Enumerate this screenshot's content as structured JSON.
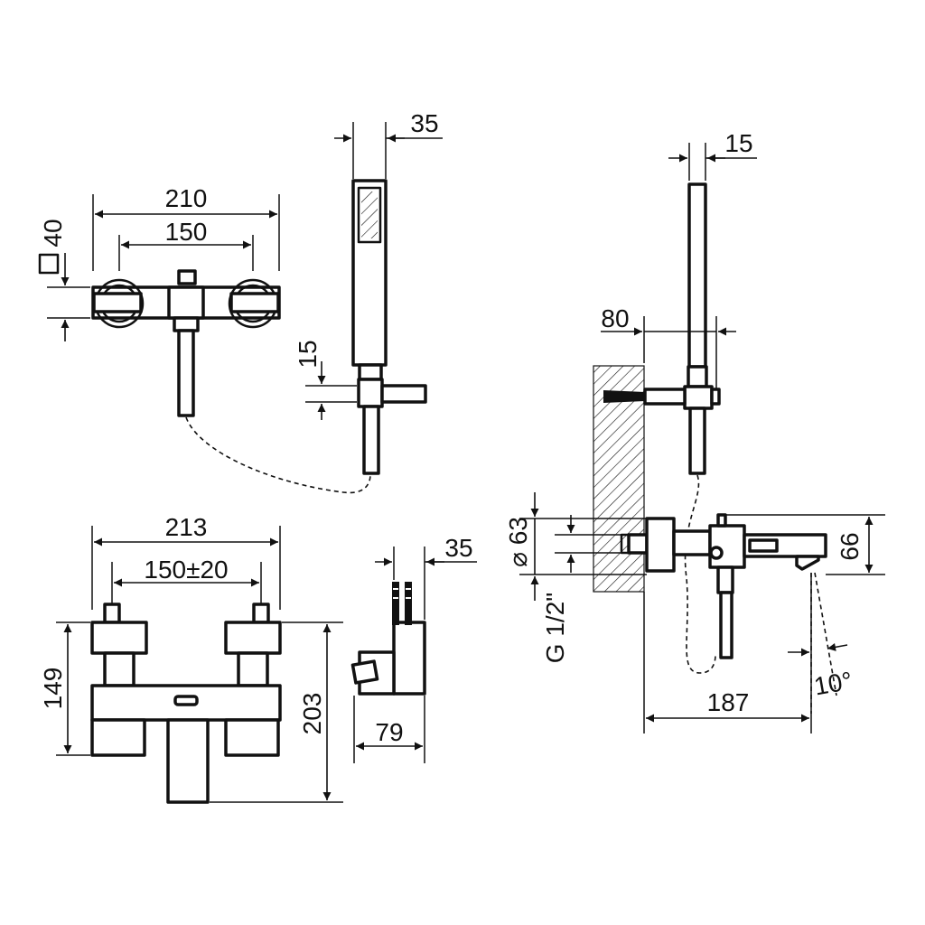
{
  "top_view": {
    "width_total": "210",
    "width_centers": "150",
    "handle_size": "40",
    "handshower_width": "35",
    "holder_offset": "15"
  },
  "front_view": {
    "width_total": "213",
    "width_centers": "150±20",
    "height_body": "149",
    "height_total": "203",
    "holder_width": "35",
    "holder_depth": "79"
  },
  "side_view": {
    "handshower_depth": "15",
    "holder_projection": "80",
    "connector_diameter": "⌀ 63",
    "thread": "G 1/2\"",
    "height": "66",
    "projection": "187",
    "spout_angle": "10°"
  },
  "colors": {
    "line": "#111111",
    "background": "#ffffff"
  }
}
